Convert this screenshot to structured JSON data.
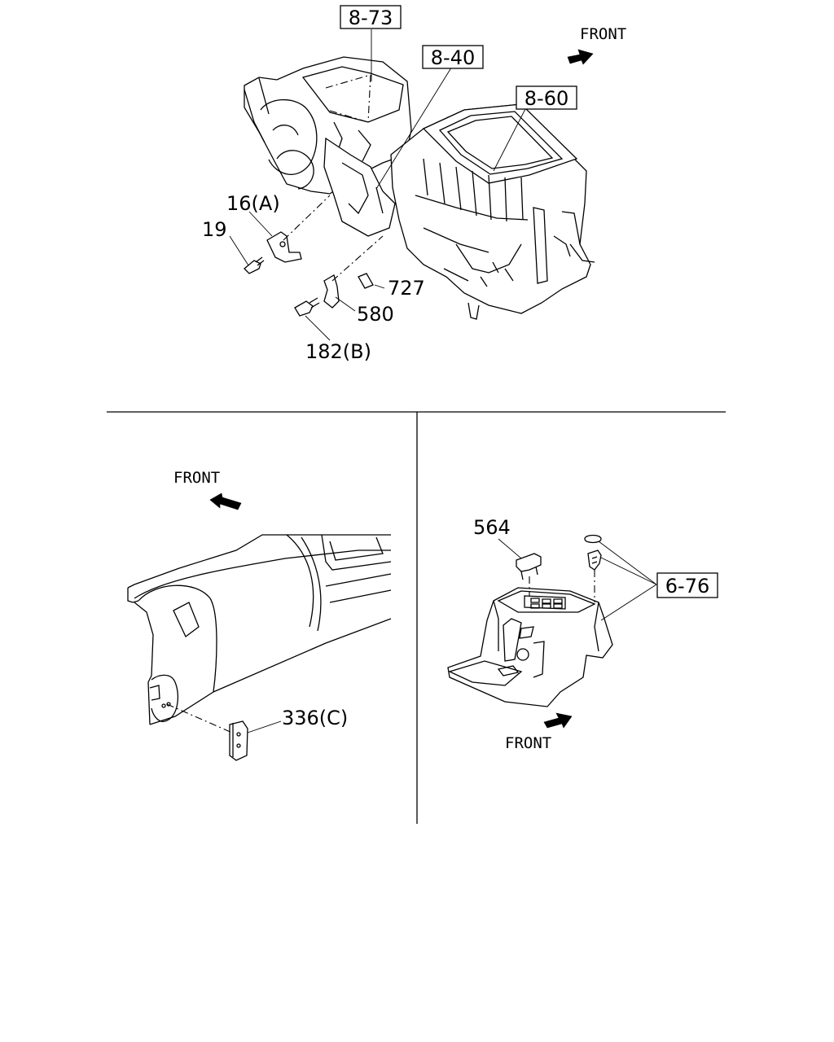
{
  "refs": {
    "r873": "8-73",
    "r840": "8-40",
    "r860": "8-60",
    "r676": "6-76"
  },
  "parts": {
    "p16a": "16(A)",
    "p19": "19",
    "p727": "727",
    "p580": "580",
    "p182b": "182(B)",
    "p336c": "336(C)",
    "p564": "564"
  },
  "front_labels": {
    "top": "FRONT",
    "left": "FRONT",
    "right": "FRONT"
  }
}
